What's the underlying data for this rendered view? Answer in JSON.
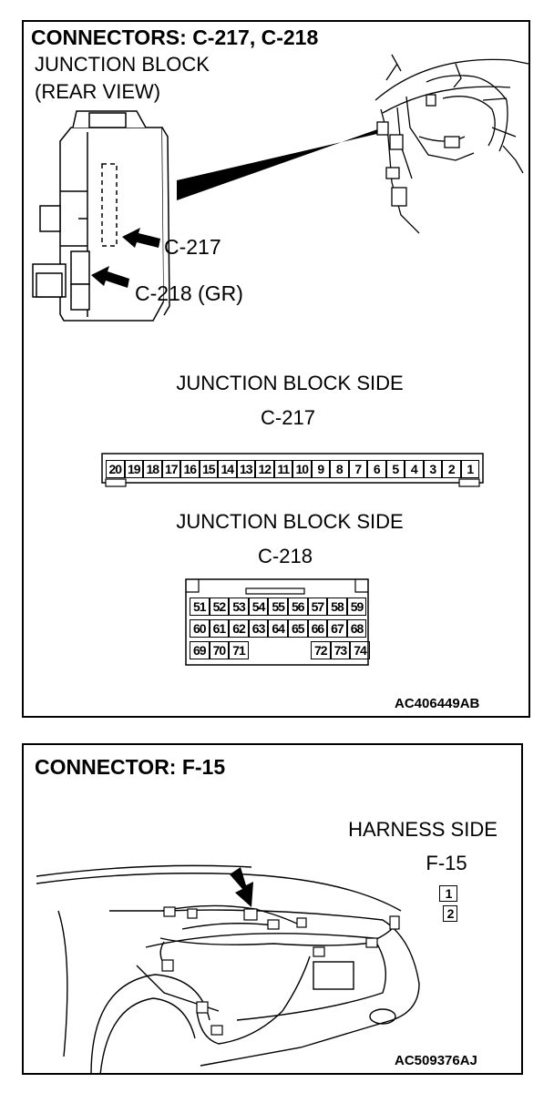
{
  "top_panel": {
    "title": "CONNECTORS: C-217, C-218",
    "subtitle_line1": "JUNCTION BLOCK",
    "subtitle_line2": "(REAR VIEW)",
    "callout_c217": "C-217",
    "callout_c218": "C-218 (GR)",
    "c217_side_label": "JUNCTION BLOCK SIDE",
    "c217_name": "C-217",
    "c217_pins": [
      "20",
      "19",
      "18",
      "17",
      "16",
      "15",
      "14",
      "13",
      "12",
      "11",
      "10",
      "9",
      "8",
      "7",
      "6",
      "5",
      "4",
      "3",
      "2",
      "1"
    ],
    "c218_side_label": "JUNCTION BLOCK SIDE",
    "c218_name": "C-218",
    "c218_row1": [
      "51",
      "52",
      "53",
      "54",
      "55",
      "56",
      "57",
      "58",
      "59"
    ],
    "c218_row2": [
      "60",
      "61",
      "62",
      "63",
      "64",
      "65",
      "66",
      "67",
      "68"
    ],
    "c218_row3_left": [
      "69",
      "70",
      "71"
    ],
    "c218_row3_right": [
      "72",
      "73",
      "74"
    ],
    "figure_code": "AC406449AB"
  },
  "bottom_panel": {
    "title": "CONNECTOR: F-15",
    "side_label": "HARNESS SIDE",
    "connector_name": "F-15",
    "pins": [
      "1",
      "2"
    ],
    "figure_code": "AC509376AJ"
  }
}
